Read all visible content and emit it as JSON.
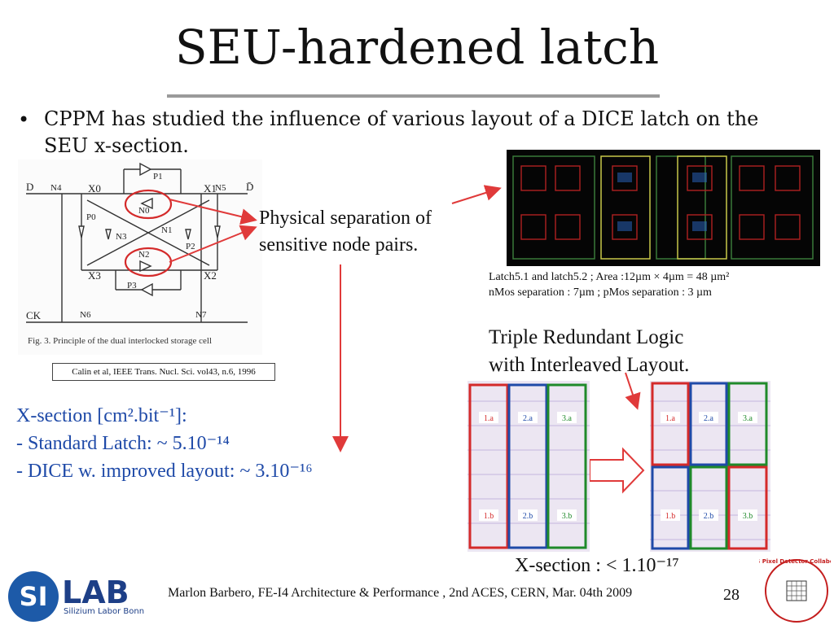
{
  "slide": {
    "title": "SEU-hardened latch",
    "bullet": "CPPM has studied the influence of various layout of a DICE latch on the SEU x-section.",
    "physical_separation": [
      "Physical separation of",
      "sensitive node pairs."
    ],
    "latch_caption": [
      "Latch5.1 and latch5.2 ; Area :12µm × 4µm = 48 µm²",
      "nMos separation : 7µm ; pMos separation : 3 µm"
    ],
    "tmr_label": [
      "Triple Redundant Logic",
      "with Interleaved Layout."
    ],
    "xsection": {
      "heading": "X-section [cm².bit⁻¹]:",
      "standard": "- Standard Latch: ~ 5.10⁻¹⁴",
      "dice": "- DICE w. improved layout: ~ 3.10⁻¹⁶"
    },
    "tmr_xsection": "X-section : < 1.10⁻¹⁷",
    "citation": "Calin et al, IEEE Trans. Nucl. Sci. vol43, n.6, 1996",
    "footer": "Marlon Barbero, FE-I4 Architecture & Performance , 2nd ACES, CERN, Mar. 04th 2009",
    "page": "28"
  },
  "schematic": {
    "caption": "Fig. 3. Principle of the dual interlocked storage cell",
    "nodes": {
      "d": "D",
      "dbar": "D̄",
      "x0": "X0",
      "x1": "X1",
      "x2": "X2",
      "x3": "X3",
      "ck": "CK"
    },
    "transistors": [
      "N4",
      "N5",
      "P1",
      "N0",
      "P0",
      "N3",
      "N1",
      "P2",
      "N2",
      "P3",
      "N6",
      "N7"
    ]
  },
  "tmr_cells": {
    "left": [
      "1.a",
      "2.a",
      "3.a",
      "1.b",
      "2.b",
      "3.b"
    ],
    "right": [
      "1.a",
      "2.a",
      "3.a",
      "1.b",
      "2.b",
      "3.b"
    ]
  },
  "logos": {
    "silab_si": "SI",
    "silab_lab": "LAB",
    "silab_sub": "Silizium Labor Bonn",
    "atlas": "ATLAS Pixel Detector Collaboration"
  },
  "colors": {
    "accent_blue": "#1f4aa8",
    "arrow_red": "#e03a3a",
    "cell_red": "#d42a2a",
    "cell_blue": "#1f4aa8",
    "cell_green": "#1f8a2a"
  }
}
